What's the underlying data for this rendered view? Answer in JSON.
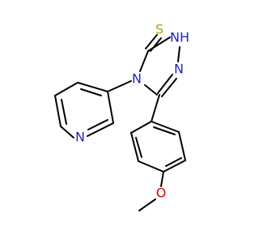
{
  "molecule": {
    "atoms": [
      {
        "id": "S",
        "label": "S",
        "color": "#b8a000"
      },
      {
        "id": "NH",
        "label": "NH",
        "color": "#2323c8"
      },
      {
        "id": "N4",
        "label": "N",
        "color": "#2323c8"
      },
      {
        "id": "N2",
        "label": "N",
        "color": "#2323c8"
      },
      {
        "id": "Npy",
        "label": "N",
        "color": "#2323c8"
      },
      {
        "id": "O",
        "label": "O",
        "color": "#e00000"
      }
    ]
  },
  "colors": {
    "bond": "#000000",
    "background": "#ffffff"
  }
}
